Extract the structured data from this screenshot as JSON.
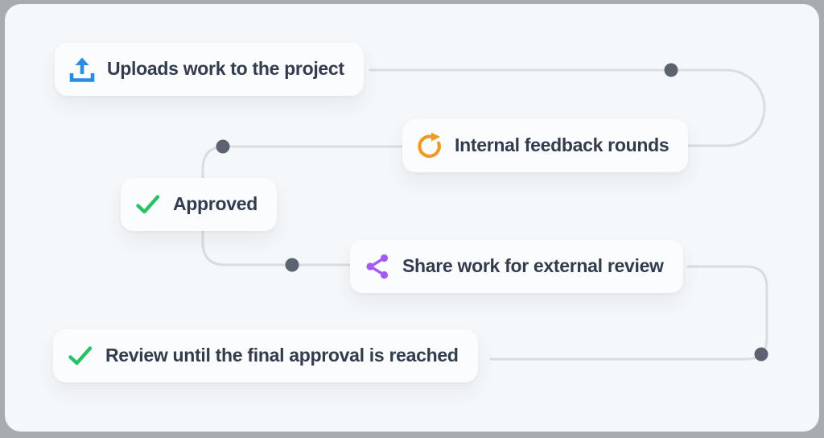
{
  "diagram": {
    "nodes": [
      {
        "id": "upload",
        "label": "Uploads work to the project",
        "icon": "upload-icon"
      },
      {
        "id": "feedback",
        "label": "Internal feedback rounds",
        "icon": "refresh-icon"
      },
      {
        "id": "approved",
        "label": "Approved",
        "icon": "check-icon"
      },
      {
        "id": "share",
        "label": "Share work for external review",
        "icon": "share-icon"
      },
      {
        "id": "review",
        "label": "Review until the final approval is reached",
        "icon": "check-icon"
      }
    ]
  },
  "palette": {
    "blue": "#2b8ce0",
    "orange": "#f09a23",
    "green": "#27c268",
    "purple": "#a55bf2",
    "line": "#d9dce0",
    "dot": "#5b6270",
    "text": "#323c4c",
    "card_bg": "#fafcfd",
    "panel_bg": "#f5f8fa",
    "frame_bg": "#a8abaf"
  }
}
